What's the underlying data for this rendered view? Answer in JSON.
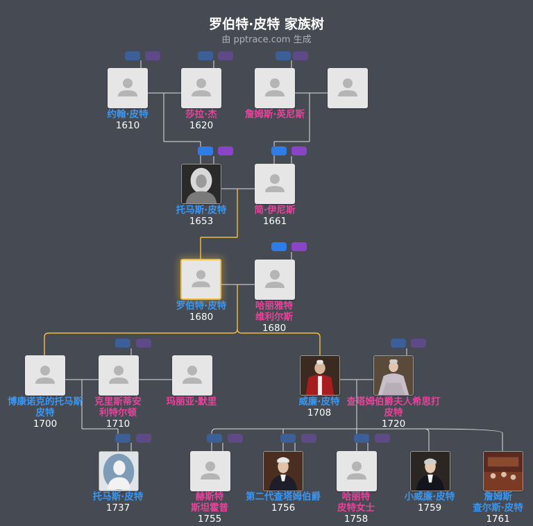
{
  "header": {
    "title": "罗伯特·皮特 家族树",
    "subtitle": "由 pptrace.com 生成"
  },
  "people": [
    {
      "id": "p1",
      "name_lines": [
        "约翰·皮特"
      ],
      "year": "1610",
      "gender": "m"
    },
    {
      "id": "p2",
      "name_lines": [
        "莎拉·杰"
      ],
      "year": "1620",
      "gender": "f"
    },
    {
      "id": "p3",
      "name_lines": [
        "詹姆斯·英尼斯"
      ],
      "year": "",
      "gender": "f"
    },
    {
      "id": "p4",
      "name_lines": [],
      "year": "",
      "gender": "f"
    },
    {
      "id": "p5",
      "name_lines": [
        "托马斯·皮特"
      ],
      "year": "1653",
      "gender": "m"
    },
    {
      "id": "p6",
      "name_lines": [
        "简·伊尼斯"
      ],
      "year": "1661",
      "gender": "f"
    },
    {
      "id": "p7",
      "name_lines": [
        "罗伯特·皮特"
      ],
      "year": "1680",
      "gender": "m"
    },
    {
      "id": "p8",
      "name_lines": [
        "哈丽雅特",
        "维利尔斯"
      ],
      "year": "1680",
      "gender": "f"
    },
    {
      "id": "p9",
      "name_lines": [
        "博康诺克的托马斯",
        "皮特"
      ],
      "year": "1700",
      "gender": "m"
    },
    {
      "id": "p10",
      "name_lines": [
        "克里斯蒂安",
        "利特尔顿"
      ],
      "year": "1710",
      "gender": "f"
    },
    {
      "id": "p11",
      "name_lines": [
        "玛丽亚·默里"
      ],
      "year": "",
      "gender": "f"
    },
    {
      "id": "p12",
      "name_lines": [
        "威廉·皮特"
      ],
      "year": "1708",
      "gender": "m"
    },
    {
      "id": "p13",
      "name_lines": [
        "查塔姆伯爵夫人希思打",
        "皮特"
      ],
      "year": "1720",
      "gender": "f"
    },
    {
      "id": "p14",
      "name_lines": [
        "托马斯·皮特"
      ],
      "year": "1737",
      "gender": "m"
    },
    {
      "id": "p15",
      "name_lines": [
        "赫斯特",
        "斯坦霍普"
      ],
      "year": "1755",
      "gender": "f"
    },
    {
      "id": "p16",
      "name_lines": [
        "第二代查塔姆伯爵"
      ],
      "year": "1756",
      "gender": "m"
    },
    {
      "id": "p17",
      "name_lines": [
        "哈丽特",
        "皮特女士"
      ],
      "year": "1758",
      "gender": "f"
    },
    {
      "id": "p18",
      "name_lines": [
        "小威廉·皮特"
      ],
      "year": "1759",
      "gender": "m"
    },
    {
      "id": "p19",
      "name_lines": [
        "詹姆斯",
        "查尔斯·皮特"
      ],
      "year": "1761",
      "gender": "m"
    }
  ],
  "colors": {
    "background": "#464a53",
    "male": "#3a96f0",
    "female": "#e8439a",
    "line": "#e0e0e0",
    "highlight_line": "#f0c040",
    "pill_blue": "#2e7ce8",
    "pill_purple": "#8a44c8"
  }
}
